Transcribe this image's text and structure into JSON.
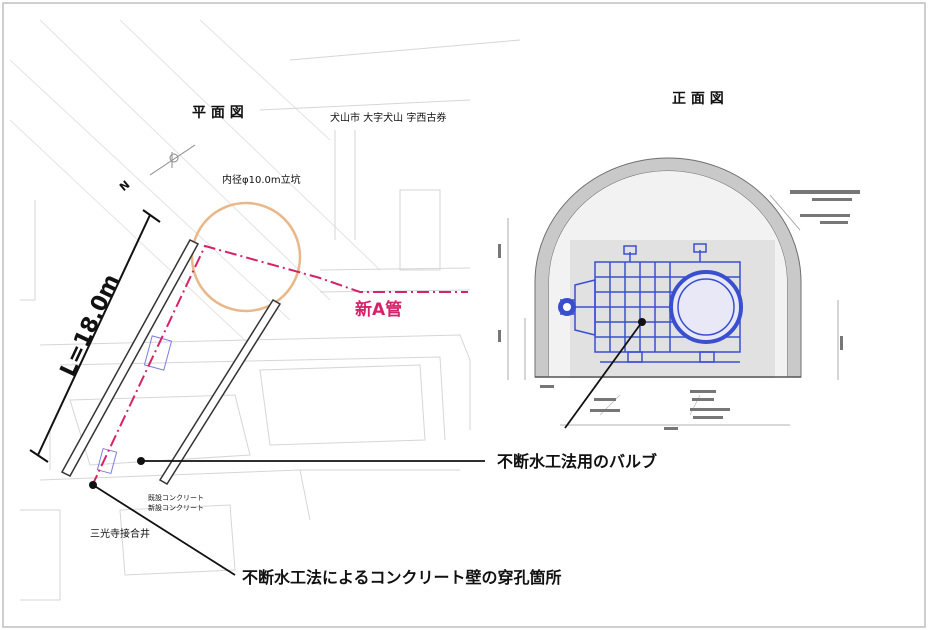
{
  "plan_view": {
    "title": "平 面 図",
    "location": "犬山市 大字犬山 字西古券",
    "north_mark": "N",
    "shaft_label": "内径φ10.0m立坑",
    "pipe_label": "新A管",
    "length_label": "L=18.0m",
    "concrete_label_1": "既設コンクリート",
    "concrete_label_2": "新設コンクリート",
    "junction_label": "三光寺接合井"
  },
  "front_view": {
    "title": "正 面 図"
  },
  "callouts": {
    "valve": "不断水工法用のバルブ",
    "hole": "不断水工法によるコンクリート壁の穿孔箇所"
  },
  "colors": {
    "pipe_line": "#d4236a",
    "shaft_circle": "#e9b88a",
    "valve_blue": "#3a4fd0",
    "tunnel_gray": "#9a9a9a"
  }
}
